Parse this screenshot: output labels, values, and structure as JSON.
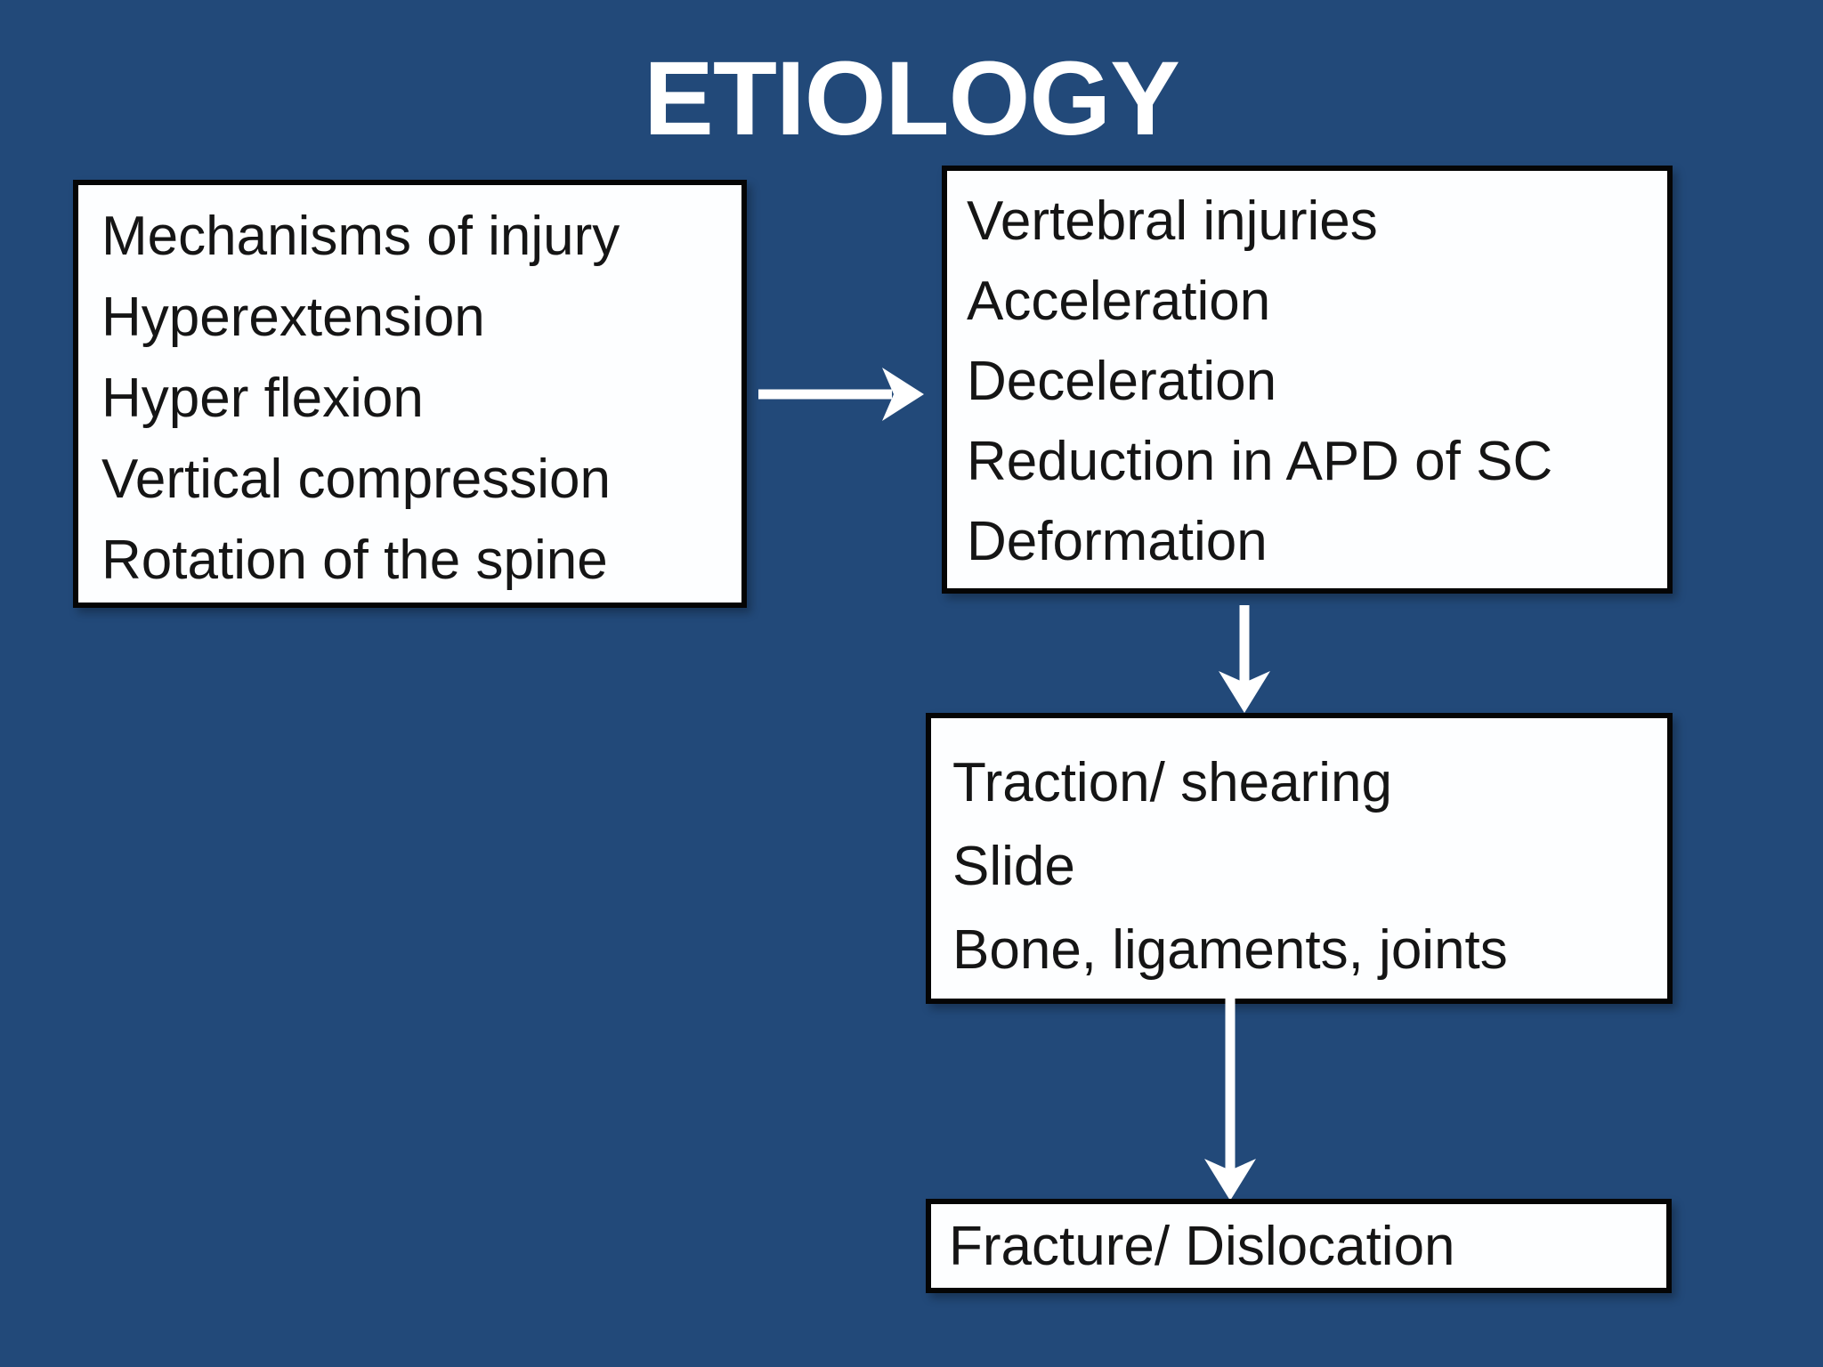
{
  "slide": {
    "title": "ETIOLOGY",
    "boxes": {
      "mechanisms": {
        "lines": [
          "Mechanisms of injury",
          "Hyperextension",
          "Hyper flexion",
          "Vertical compression",
          "Rotation of the spine"
        ]
      },
      "vertebral": {
        "lines": [
          "Vertebral injuries",
          "Acceleration",
          "Deceleration",
          "Reduction in APD of SC",
          "Deformation"
        ]
      },
      "traction": {
        "lines": [
          "Traction/ shearing",
          "Slide",
          "Bone, ligaments, joints"
        ]
      },
      "fracture": {
        "lines": [
          "Fracture/ Dislocation"
        ]
      }
    },
    "icons": {
      "arrow_right": "→",
      "arrow_down_1": "↓",
      "arrow_down_2": "↓"
    },
    "colors": {
      "background": "#224979",
      "box_fill": "#fdfeff",
      "box_border": "#050505",
      "title_text": "#ffffff",
      "body_text": "#151515",
      "arrow": "#ffffff"
    }
  }
}
